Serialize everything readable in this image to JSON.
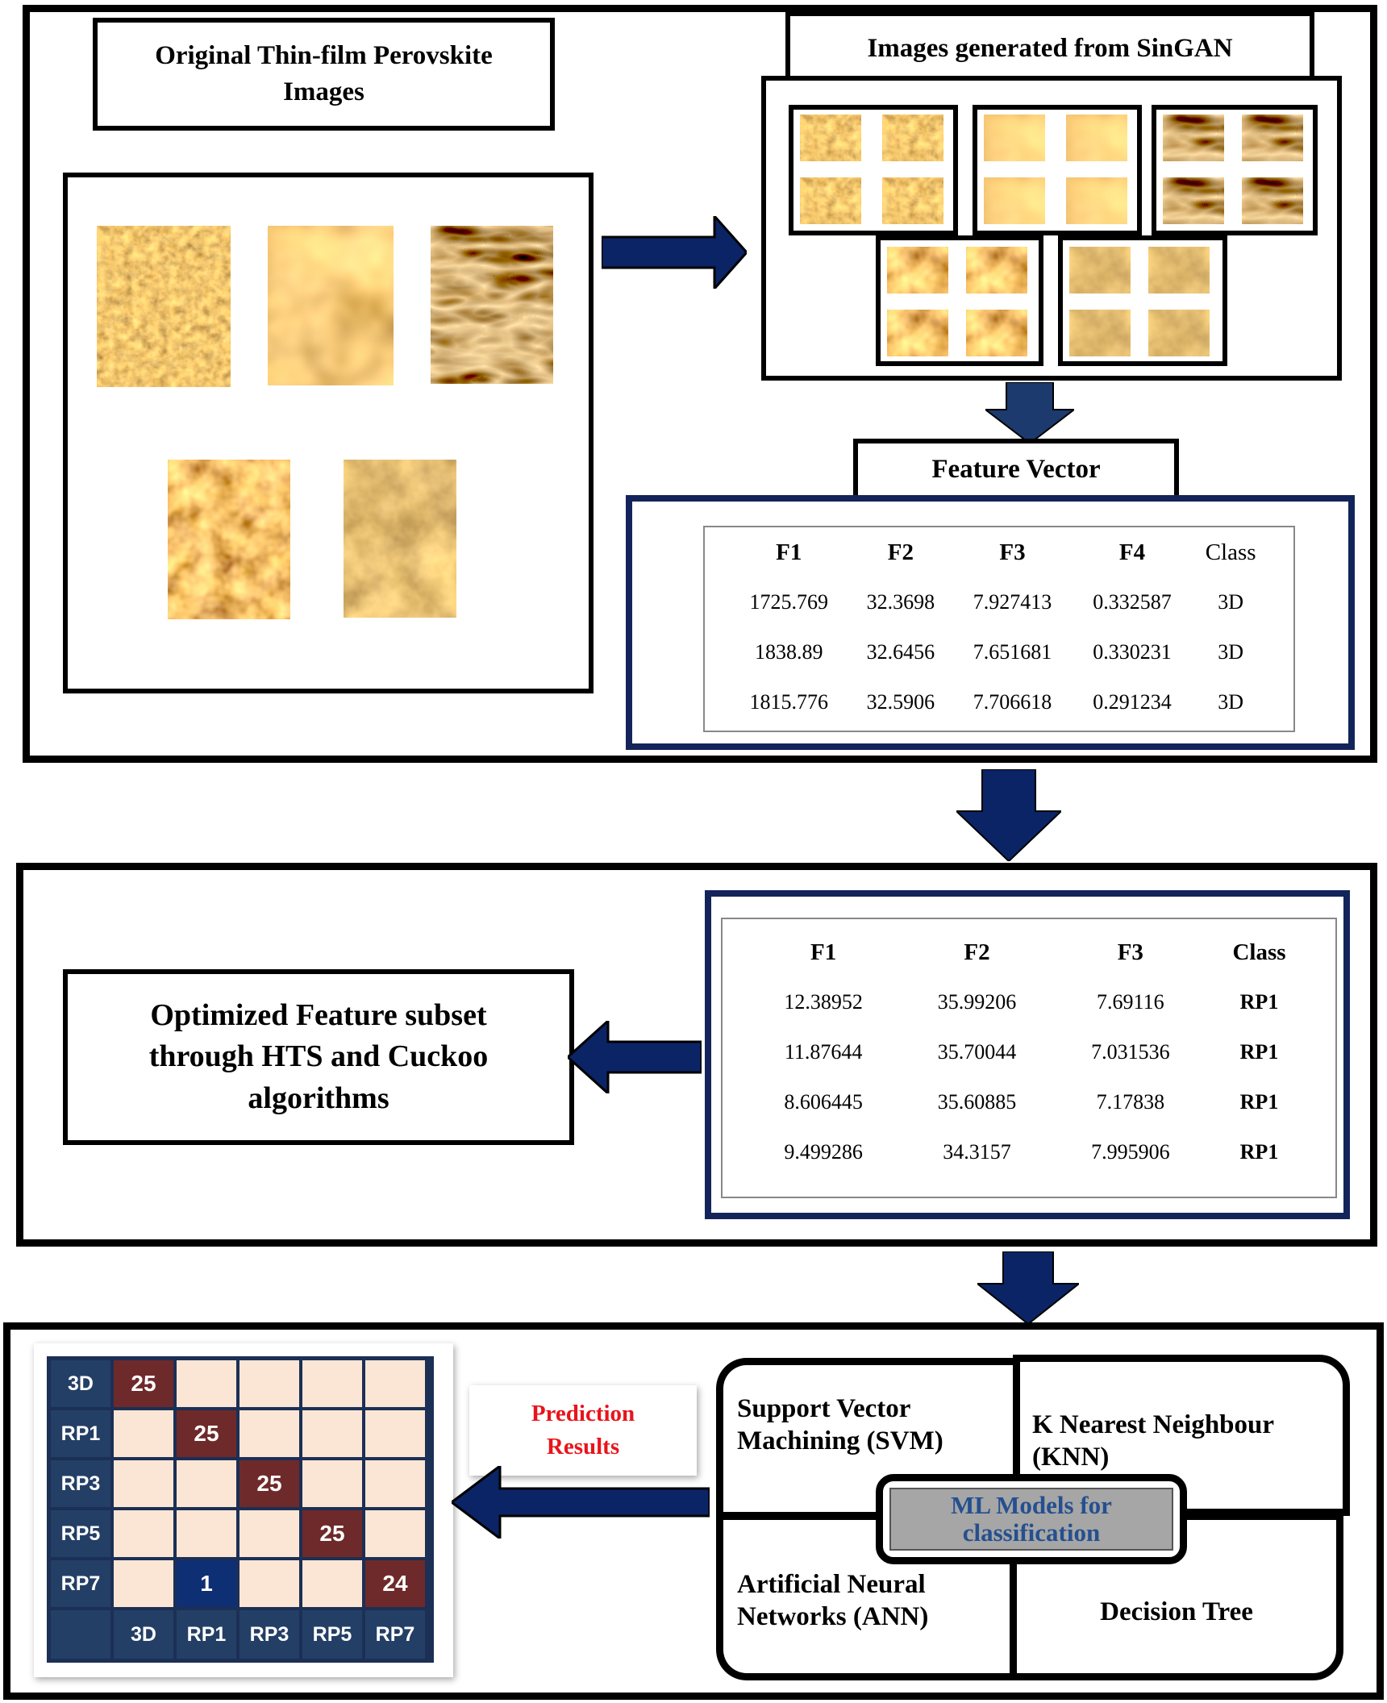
{
  "section1": {
    "original_title": "Original Thin-film Perovskite Images",
    "singan_title": "Images generated from SinGAN",
    "feature_vector_title": "Feature Vector"
  },
  "feature_table": {
    "headers": [
      "F1",
      "F2",
      "F3",
      "F4",
      "Class"
    ],
    "rows": [
      [
        "1725.769",
        "32.3698",
        "7.927413",
        "0.332587",
        "3D"
      ],
      [
        "1838.89",
        "32.6456",
        "7.651681",
        "0.330231",
        "3D"
      ],
      [
        "1815.776",
        "32.5906",
        "7.706618",
        "0.291234",
        "3D"
      ]
    ]
  },
  "section2": {
    "optimized_title": "Optimized Feature subset through HTS and Cuckoo algorithms"
  },
  "optimized_table": {
    "headers": [
      "F1",
      "F2",
      "F3",
      "Class"
    ],
    "rows": [
      [
        "12.38952",
        "35.99206",
        "7.69116",
        "RP1"
      ],
      [
        "11.87644",
        "35.70044",
        "7.031536",
        "RP1"
      ],
      [
        "8.606445",
        "35.60885",
        "7.17838",
        "RP1"
      ],
      [
        "9.499286",
        "34.3157",
        "7.995906",
        "RP1"
      ]
    ]
  },
  "section3": {
    "prediction_label": "Prediction Results",
    "ml_center": "ML Models for classification",
    "svm": "Support Vector Machining (SVM)",
    "knn": "K Nearest Neighbour (KNN)",
    "ann": "Artificial Neural Networks (ANN)",
    "dt": "Decision Tree"
  },
  "confusion_matrix": {
    "row_labels": [
      "3D",
      "RP1",
      "RP3",
      "RP5",
      "RP7"
    ],
    "col_labels": [
      "3D",
      "RP1",
      "RP3",
      "RP5",
      "RP7"
    ],
    "values": [
      [
        25,
        null,
        null,
        null,
        null
      ],
      [
        null,
        25,
        null,
        null,
        null
      ],
      [
        null,
        null,
        25,
        null,
        null
      ],
      [
        null,
        null,
        null,
        25,
        null
      ],
      [
        null,
        1,
        null,
        null,
        24
      ]
    ]
  },
  "colors": {
    "navy": "#13245a",
    "arrow": "#0b2466",
    "prediction_text": "#e8141b",
    "ml_text": "#25508f",
    "cm_label_bg": "#243f66",
    "cm_empty": "#fbe6d6",
    "cm_correct": "#6e2a2a",
    "cm_error": "#0e2f73"
  }
}
